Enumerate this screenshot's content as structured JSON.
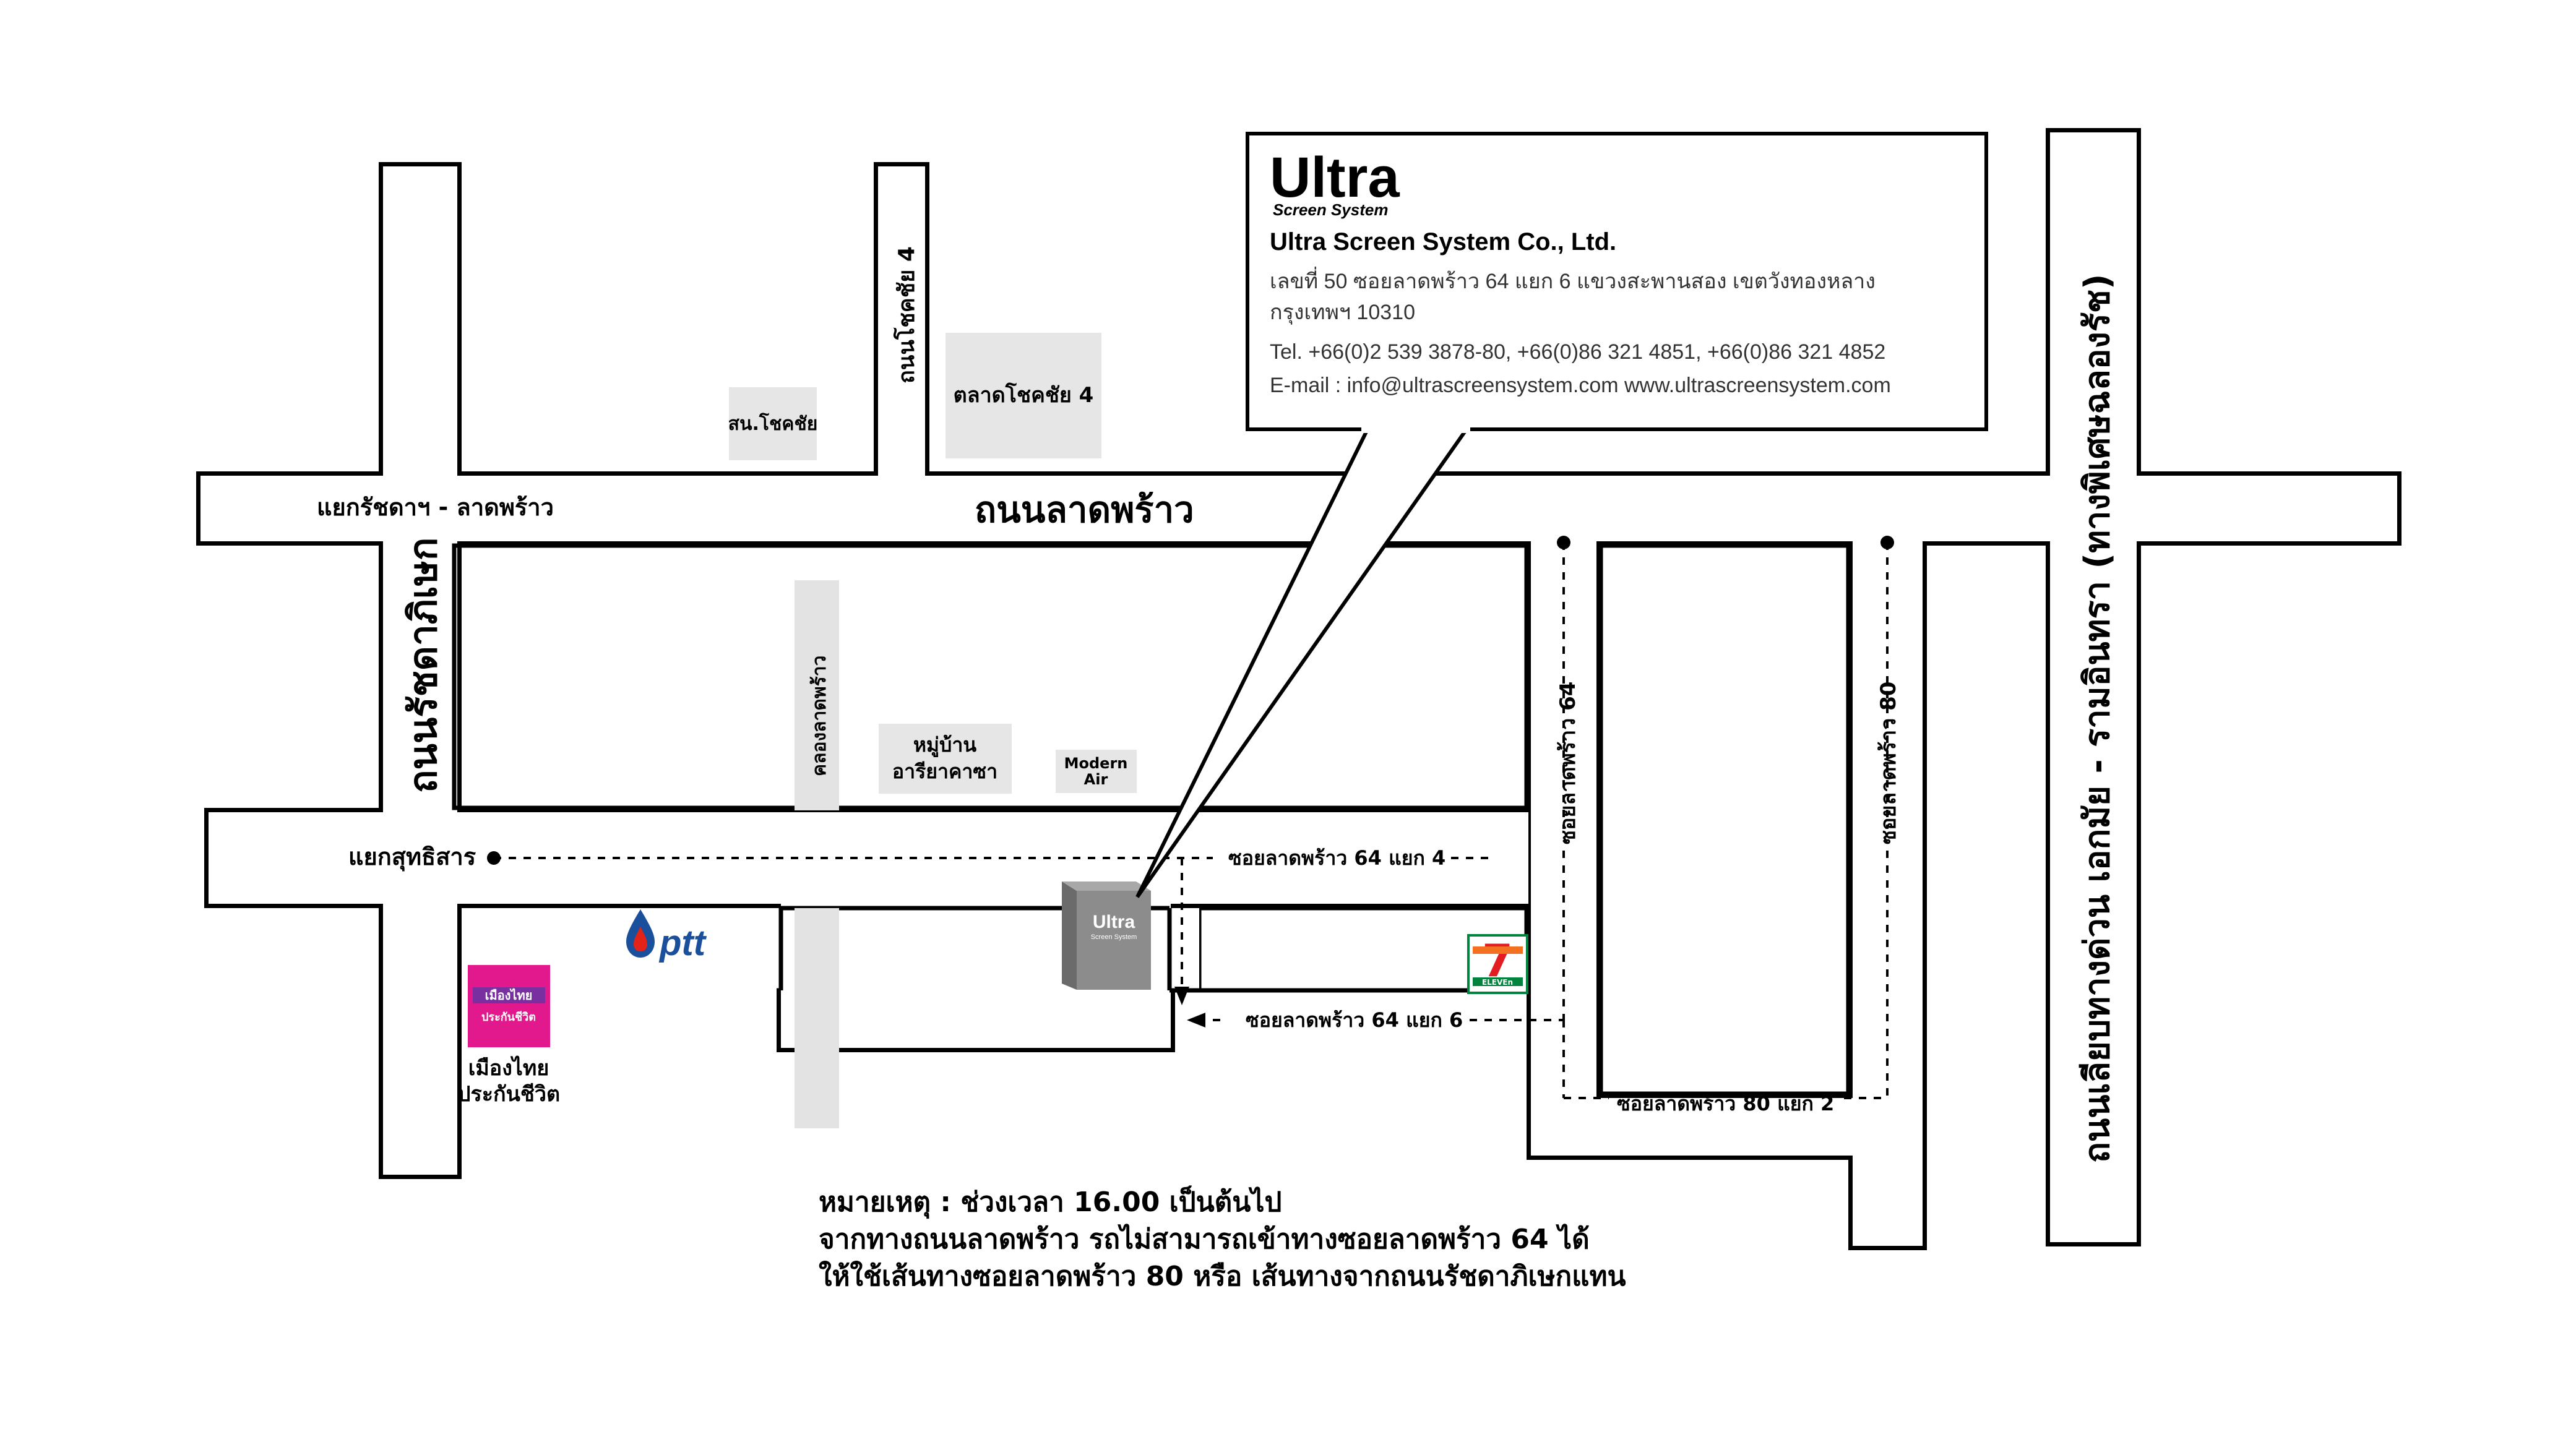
{
  "company": {
    "logo_main": "Ultra",
    "logo_sub": "Screen System",
    "name": "Ultra Screen System Co.,  Ltd.",
    "address_line1": "เลขที่ 50 ซอยลาดพร้าว 64 แยก 6 แขวงสะพานสอง เขตวังทองหลาง",
    "address_line2": "กรุงเทพฯ 10310",
    "tel": "Tel. +66(0)2 539 3878-80, +66(0)86 321 4851, +66(0)86 321 4852",
    "email": "E-mail : info@ultrascreensystem.com www.ultrascreensystem.com"
  },
  "roads": {
    "ladprao": "ถนนลาดพร้าว",
    "ratchadaphisek": "ถนนรัชดาภิเษก",
    "chokchai4": "ถนนโชคชัย 4",
    "expressway": "ถนนเลียบทางด่วน เอกมัย - รามอินทรา (ทางพิเศษฉลองรัช)",
    "khlong_ladprao": "คลองลาดพร้าว",
    "soi64": "ซอยลาดพร้าว 64",
    "soi80": "ซอยลาดพร้าว 80",
    "soi64_4": "ซอยลาดพร้าว 64 แยก 4",
    "soi64_6": "ซอยลาดพร้าว 64 แยก 6",
    "soi80_2": "ซอยลาดพร้าว 80 แยก 2"
  },
  "intersections": {
    "ratchada_ladprao": "แยกรัชดาฯ - ลาดพร้าว",
    "sutthisan": "แยกสุทธิสาร"
  },
  "pois": {
    "police": "สน.โชคชัย",
    "market": "ตลาดโชคชัย 4",
    "village_line1": "หมู่บ้าน",
    "village_line2": "อารียาคาซา",
    "modern_air_line1": "Modern",
    "modern_air_line2": "Air",
    "ptt": "ptt",
    "muangthai_line1": "เมืองไทย",
    "muangthai_line2": "ประกันชีวิต",
    "muangthai_logo_line1": "เมืองไทย",
    "muangthai_logo_line2": "ประกันชีวิต",
    "eleven": "ELEVEn",
    "building_logo": "Ultra",
    "building_sub": "Screen System"
  },
  "note": {
    "line1": "หมายเหตุ : ช่วงเวลา 16.00 เป็นต้นไป",
    "line2": "จากทางถนนลาดพร้าว รถไม่สามารถเข้าทางซอยลาดพร้าว 64 ได้",
    "line3": "ให้ใช้เส้นทางซอยลาดพร้าว 80 หรือ เส้นทางจากถนนรัชดาภิเษกแทน"
  },
  "colors": {
    "road_fill": "#ffffff",
    "road_stroke": "#000000",
    "poi_bg": "#e6e6e6",
    "muangthai_pink": "#e2198c",
    "ptt_blue": "#1a4f9c",
    "ptt_red": "#e2231a",
    "seven_green": "#00843d",
    "seven_orange": "#f37021",
    "seven_red": "#e31b23",
    "building_grey": "#8c8c8c"
  }
}
